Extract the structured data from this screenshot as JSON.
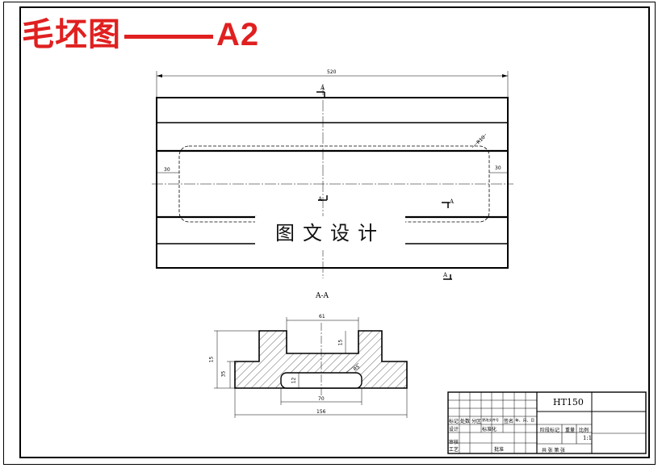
{
  "title": {
    "text": "毛坯图",
    "code": "A2"
  },
  "watermark": "图文设计",
  "drawing": {
    "section_label": "A-A",
    "cut_labels": [
      "A",
      "A",
      "A",
      "A"
    ],
    "dims_plan": {
      "width": "520",
      "left": "30",
      "right": "30",
      "radius": "R10"
    },
    "dims_section": {
      "top": "61",
      "side": "15",
      "height": "35",
      "step": "15",
      "inner": "12",
      "slot": "70",
      "total": "156",
      "hatch": "R5"
    }
  },
  "title_block": {
    "material": "HT150",
    "scale": "1:1",
    "row_labels": [
      "标记",
      "处数",
      "分区",
      "更改文件号",
      "签名",
      "年、月、日"
    ],
    "design_label": "设计",
    "standard_label": "标准化",
    "review_label": "审核",
    "process_label": "工艺",
    "approve_label": "批准",
    "stage_label": "阶段标记",
    "weight_label": "重量",
    "ratio_label": "比例",
    "sheet_label": "共 张 第 张"
  }
}
